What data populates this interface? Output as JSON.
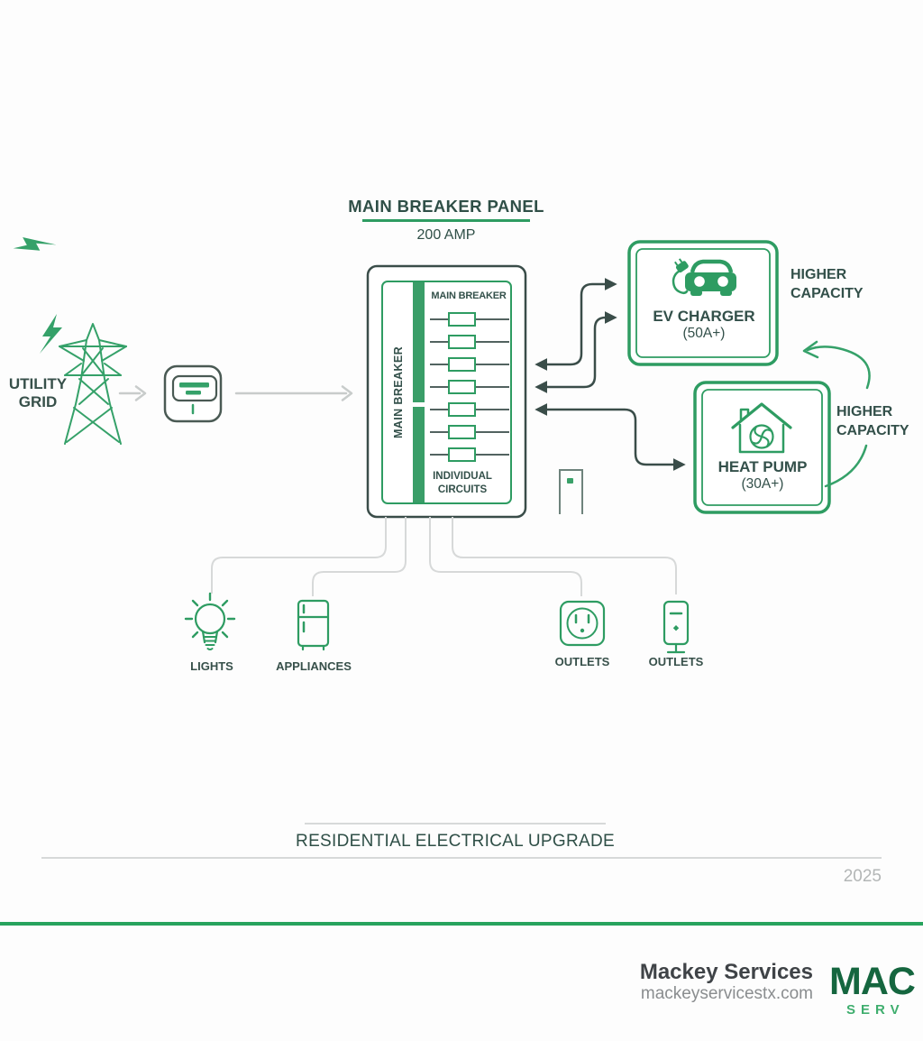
{
  "colors": {
    "green": "#2e9c62",
    "green_bar": "#3a9e68",
    "dark_text": "#33504a",
    "connector_dark": "#3a4d49",
    "gray_line": "#d7d9d9",
    "gray_arrow": "#c8cccb",
    "year_gray": "#b3b6b6",
    "footer_green": "#27a35d",
    "logo_dark": "#15663f",
    "logo_light": "#3fae6e"
  },
  "header": {
    "title": "MAIN BREAKER PANEL",
    "subtitle": "200 AMP"
  },
  "utility": {
    "line1": "UTILITY",
    "line2": "GRID"
  },
  "panel": {
    "side_label": "MAIN BREAKER",
    "top_label": "MAIN BREAKER",
    "bottom_line1": "INDIVIDUAL",
    "bottom_line2": "CIRCUITS",
    "breaker_count": 7
  },
  "ev_charger": {
    "name": "EV CHARGER",
    "rating": "(50A+)",
    "note_line1": "HIGHER",
    "note_line2": "CAPACITY"
  },
  "heat_pump": {
    "name": "HEAT PUMP",
    "rating": "(30A+)",
    "note_line1": "HIGHER",
    "note_line2": "CAPACITY"
  },
  "loads": [
    {
      "label": "LIGHTS",
      "icon": "lightbulb-icon"
    },
    {
      "label": "APPLIANCES",
      "icon": "refrigerator-icon"
    },
    {
      "label": "OUTLETS",
      "icon": "wall-outlet-icon"
    },
    {
      "label": "OUTLETS",
      "icon": "outlet-post-icon"
    }
  ],
  "footer": {
    "caption": "RESIDENTIAL ELECTRICAL UPGRADE",
    "year": "2025",
    "company": "Mackey Services",
    "website": "mackeyservicestx.com",
    "logo_line1": "MAC",
    "logo_line2": "SERV"
  }
}
